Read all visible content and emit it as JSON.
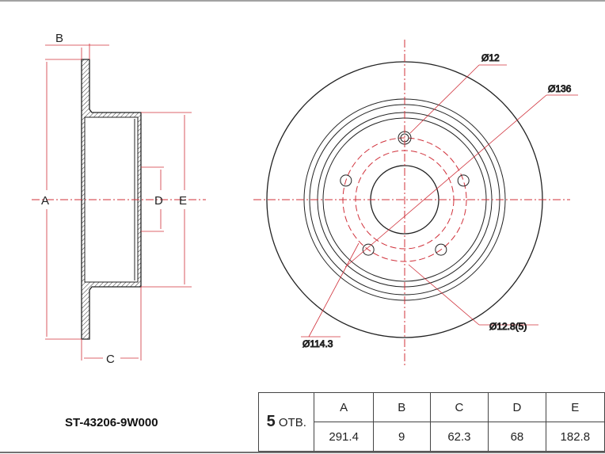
{
  "part_number": "ST-43206-9W000",
  "holes": {
    "count": "5",
    "label": "ОТВ."
  },
  "side_labels": {
    "a": "A",
    "b": "B",
    "c": "C",
    "d": "D",
    "e": "E"
  },
  "front_labels": {
    "d12": "Ø12",
    "d136": "Ø136",
    "d1143": "Ø114.3",
    "d128": "Ø12.8(5)"
  },
  "table": {
    "headers": [
      "A",
      "B",
      "C",
      "D",
      "E"
    ],
    "values": [
      "291.4",
      "9",
      "62.3",
      "68",
      "182.8"
    ]
  },
  "colors": {
    "dimension": "#d0303a",
    "line": "#222222"
  }
}
